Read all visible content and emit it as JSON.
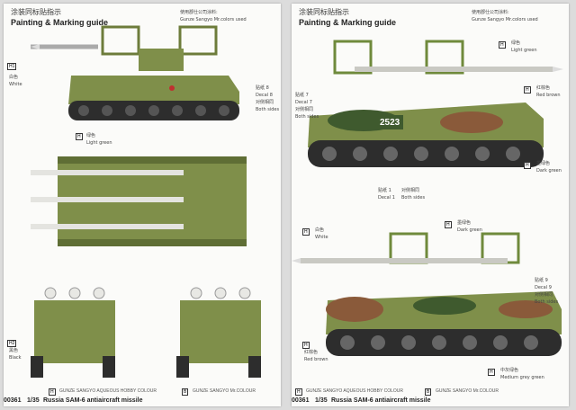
{
  "left": {
    "title_cn": "涂装同标贴指示",
    "title_en": "Painting & Marking guide",
    "colors_note_cn": "使用郡仕公司涂料:",
    "colors_note_en": "Gunze Sangyo Mr.colors used",
    "callouts": [
      {
        "code": "H1",
        "cn": "白色",
        "en": "White"
      },
      {
        "code": "H",
        "cn": "绿色",
        "en": "Light green"
      },
      {
        "code": "H2",
        "cn": "黑色",
        "en": "Black"
      }
    ],
    "decal": {
      "cn": "贴纸 8",
      "en": "Decal 8",
      "side_cn": "对侧相同",
      "side_en": "Both sides"
    },
    "legend": [
      {
        "code": "H",
        "label": "GUNZE SANGYO AQUEOUS HOBBY COLOUR"
      },
      {
        "code": "B",
        "label": "GUNZE SANGYO Mr.COLOUR"
      }
    ],
    "footer": {
      "number": "00361",
      "scale": "1/35",
      "title": "Russia SAM-6 antiaircraft missile"
    }
  },
  "right": {
    "title_cn": "涂装同标贴指示",
    "title_en": "Painting & Marking guide",
    "colors_note_cn": "使用郡仕公司涂料:",
    "colors_note_en": "Gunze Sangyo Mr.colors used",
    "top_callouts": [
      {
        "code": "H",
        "cn": "绿色",
        "en": "Light green"
      },
      {
        "code": "H",
        "cn": "红棕色",
        "en": "Red brown"
      },
      {
        "code": "H",
        "cn": "墨绿色",
        "en": "Dark green"
      }
    ],
    "decal7": {
      "cn": "贴纸 7",
      "en": "Decal 7",
      "side_cn": "对侧相同",
      "side_en": "Both sides"
    },
    "decal1": {
      "cn": "贴纸 1",
      "en": "Decal 1",
      "side_cn": "对侧相同",
      "side_en": "Both sides"
    },
    "hull_number": "2523",
    "bottom_callouts": [
      {
        "code": "H",
        "cn": "墨绿色",
        "en": "Dark green"
      },
      {
        "code": "H",
        "cn": "白色",
        "en": "White"
      },
      {
        "code": "H",
        "cn": "红棕色",
        "en": "Red brown"
      },
      {
        "code": "H",
        "cn": "中灰绿色",
        "en": "Medium grey green"
      }
    ],
    "decal9": {
      "cn": "贴纸 9",
      "en": "Decal 9",
      "side_cn": "对侧相同",
      "side_en": "Both sides"
    },
    "legend": [
      {
        "code": "H",
        "label": "GUNZE SANGYO AQUEOUS HOBBY COLOUR"
      },
      {
        "code": "B",
        "label": "GUNZE SANGYO Mr.COLOUR"
      }
    ],
    "footer": {
      "number": "00361",
      "scale": "1/35",
      "title": "Russia SAM-6 antiaircraft missile"
    }
  },
  "colors": {
    "olive": "#7f8f4a",
    "dark_green": "#3f5a2e",
    "red_brown": "#8a5a3a",
    "white": "#f2f2ee",
    "track": "#2d2d2d"
  }
}
